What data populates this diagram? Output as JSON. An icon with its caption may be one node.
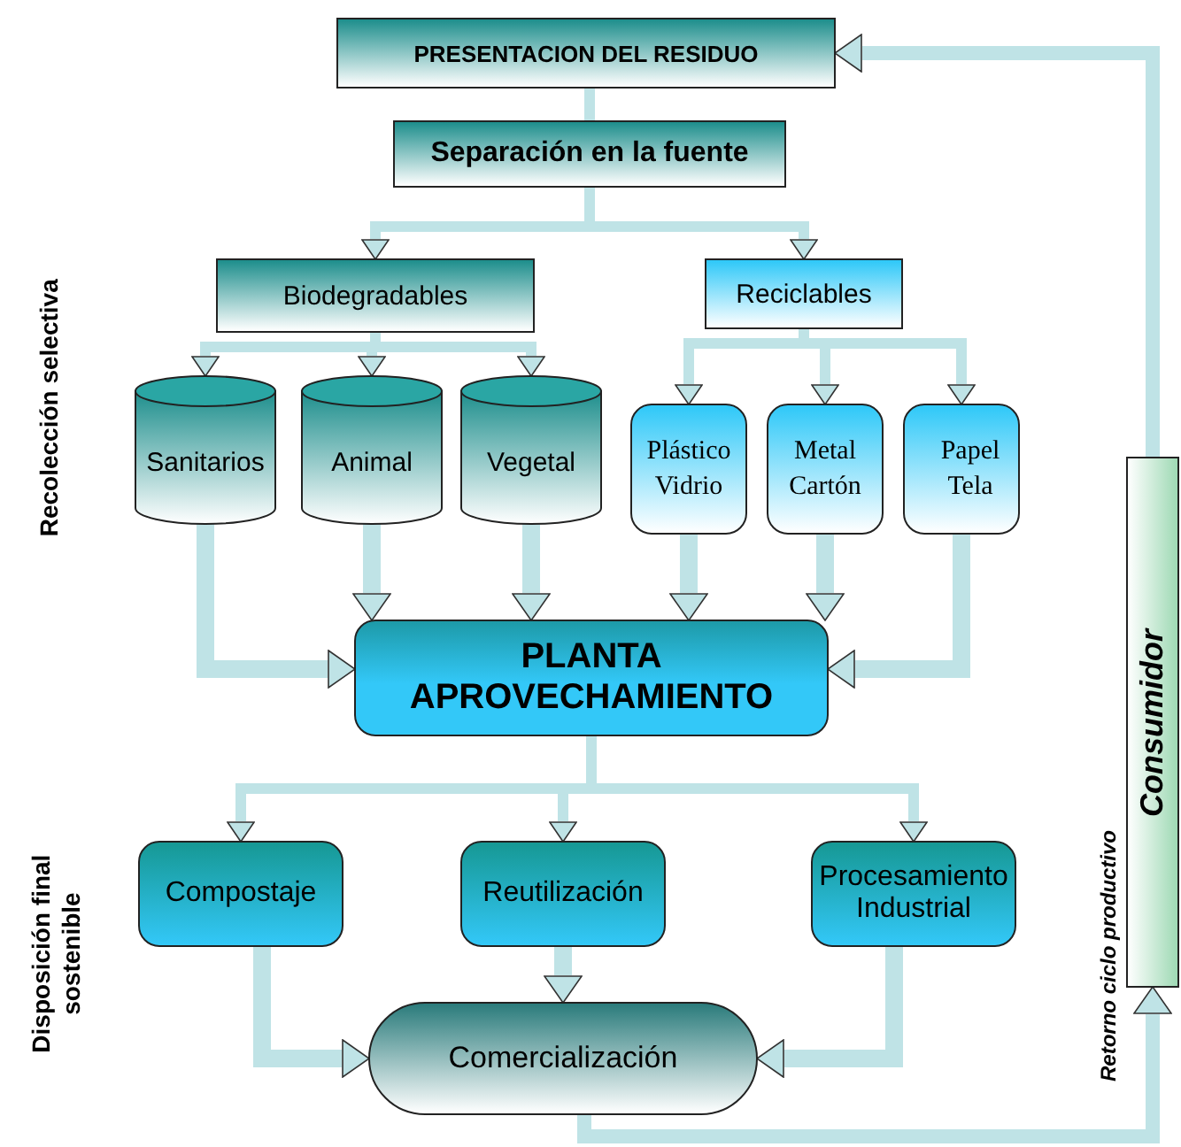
{
  "diagram": {
    "nodes": [
      {
        "text": [
          "PRESENTACION DEL RESIDUO"
        ]
      },
      {
        "text": [
          "Separación en la fuente"
        ]
      },
      {
        "text": [
          "Biodegradables"
        ]
      },
      {
        "text": [
          "Reciclables"
        ]
      },
      {
        "text": [
          "Sanitarios"
        ]
      },
      {
        "text": [
          "Animal"
        ]
      },
      {
        "text": [
          "Vegetal"
        ]
      },
      {
        "text": [
          "Plástico Vidrio"
        ]
      },
      {
        "text": [
          "Metal Cartón"
        ]
      },
      {
        "text": [
          "Papel Tela"
        ]
      },
      {
        "text": [
          "PLANTA APROVECHAMIENTO"
        ]
      },
      {
        "text": [
          "Compostaje"
        ]
      },
      {
        "text": [
          "Reutilización"
        ]
      },
      {
        "text": [
          "Procesamiento Industrial"
        ]
      },
      {
        "text": [
          "Comercialización"
        ]
      },
      {
        "text": [
          "Consumidor"
        ]
      }
    ],
    "edges": [
      {
        "from": 0,
        "to": 1,
        "arrow": "none"
      },
      {
        "from": 1,
        "to": 2,
        "arrow": "to"
      },
      {
        "from": 1,
        "to": 3,
        "arrow": "to"
      },
      {
        "from": 2,
        "to": 4,
        "arrow": "to"
      },
      {
        "from": 2,
        "to": 5,
        "arrow": "to"
      },
      {
        "from": 2,
        "to": 6,
        "arrow": "to"
      },
      {
        "from": 3,
        "to": 7,
        "arrow": "to"
      },
      {
        "from": 3,
        "to": 8,
        "arrow": "to"
      },
      {
        "from": 3,
        "to": 9,
        "arrow": "to"
      },
      {
        "from": 4,
        "to": 10,
        "arrow": "to"
      },
      {
        "from": 5,
        "to": 10,
        "arrow": "to"
      },
      {
        "from": 6,
        "to": 10,
        "arrow": "to"
      },
      {
        "from": 7,
        "to": 10,
        "arrow": "to"
      },
      {
        "from": 8,
        "to": 10,
        "arrow": "to"
      },
      {
        "from": 9,
        "to": 10,
        "arrow": "to"
      },
      {
        "from": 10,
        "to": 11,
        "arrow": "to"
      },
      {
        "from": 10,
        "to": 12,
        "arrow": "to"
      },
      {
        "from": 10,
        "to": 13,
        "arrow": "to"
      },
      {
        "from": 11,
        "to": 14,
        "arrow": "to"
      },
      {
        "from": 12,
        "to": 14,
        "arrow": "to"
      },
      {
        "from": 13,
        "to": 14,
        "arrow": "to"
      },
      {
        "from": 14,
        "to": 15,
        "label": "Retorno ciclo productivo",
        "arrow": "to"
      },
      {
        "from": 15,
        "to": 0,
        "arrow": "to"
      }
    ],
    "labels": [
      "Recolección selectiva",
      "Disposición final sostenible"
    ]
  }
}
